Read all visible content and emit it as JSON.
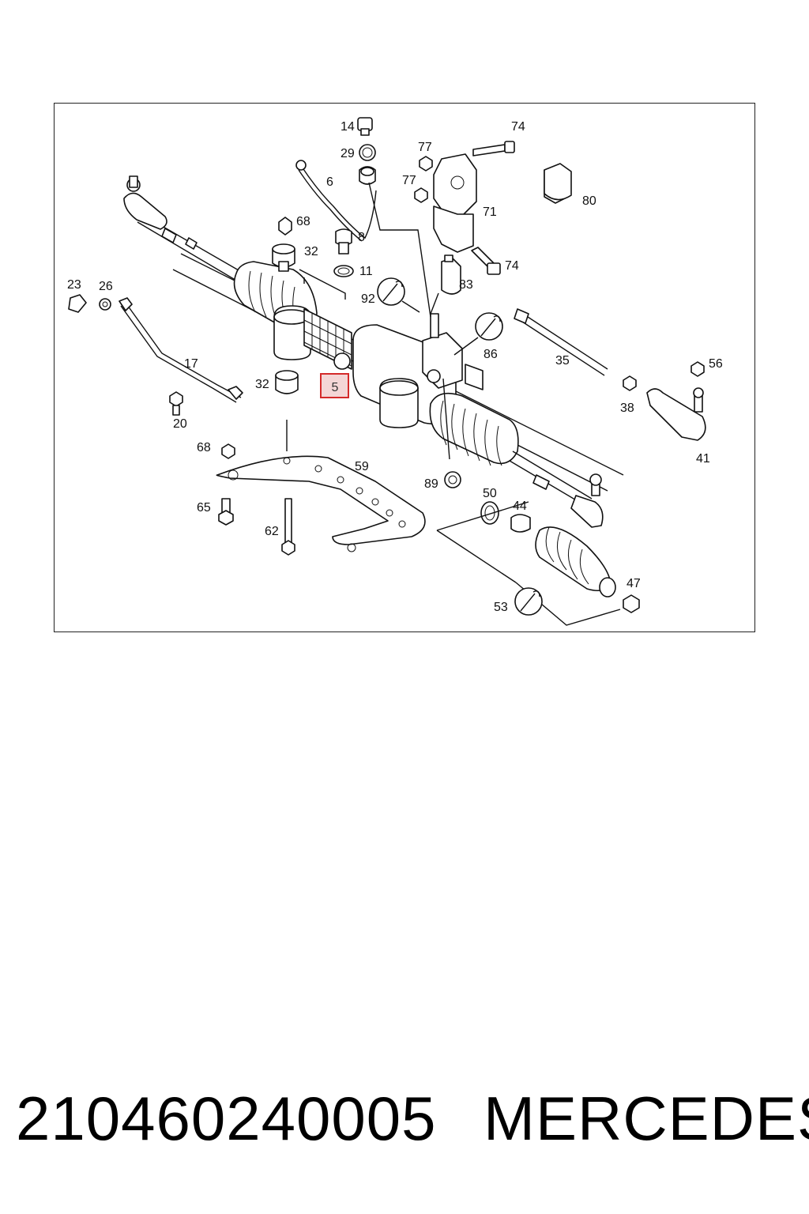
{
  "diagram": {
    "callouts": [
      {
        "id": "c14",
        "text": "14"
      },
      {
        "id": "c74a",
        "text": "74"
      },
      {
        "id": "c29",
        "text": "29"
      },
      {
        "id": "c77a",
        "text": "77"
      },
      {
        "id": "c6",
        "text": "6"
      },
      {
        "id": "c77b",
        "text": "77"
      },
      {
        "id": "c80",
        "text": "80"
      },
      {
        "id": "c71",
        "text": "71"
      },
      {
        "id": "c68a",
        "text": "68"
      },
      {
        "id": "c8",
        "text": "8"
      },
      {
        "id": "c32a",
        "text": "32"
      },
      {
        "id": "c74b",
        "text": "74"
      },
      {
        "id": "c11",
        "text": "11"
      },
      {
        "id": "c23",
        "text": "23"
      },
      {
        "id": "c26",
        "text": "26"
      },
      {
        "id": "c83",
        "text": "83"
      },
      {
        "id": "c92",
        "text": "92"
      },
      {
        "id": "c86",
        "text": "86"
      },
      {
        "id": "c17",
        "text": "17"
      },
      {
        "id": "c35",
        "text": "35"
      },
      {
        "id": "c56",
        "text": "56"
      },
      {
        "id": "c32b",
        "text": "32"
      },
      {
        "id": "c38",
        "text": "38"
      },
      {
        "id": "c20",
        "text": "20"
      },
      {
        "id": "c41",
        "text": "41"
      },
      {
        "id": "c68b",
        "text": "68"
      },
      {
        "id": "c59",
        "text": "59"
      },
      {
        "id": "c89",
        "text": "89"
      },
      {
        "id": "c50",
        "text": "50"
      },
      {
        "id": "c44",
        "text": "44"
      },
      {
        "id": "c65",
        "text": "65"
      },
      {
        "id": "c62",
        "text": "62"
      },
      {
        "id": "c47",
        "text": "47"
      },
      {
        "id": "c53",
        "text": "53"
      }
    ],
    "highlighted": {
      "text": "5",
      "border_color": "#d42a2a",
      "fill_color": "#f4d6d6"
    }
  },
  "caption": {
    "part_number": "21046024000​5",
    "brand": "MERCEDES"
  }
}
